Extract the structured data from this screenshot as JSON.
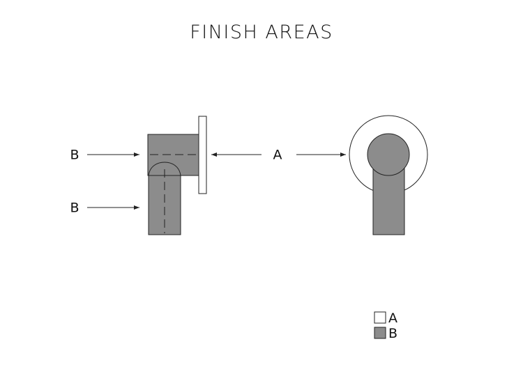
{
  "title": "FINISH AREAS",
  "callouts": {
    "upper_left": "B",
    "lower_left": "B",
    "middle": "A"
  },
  "legend": [
    {
      "label": "A",
      "swatch": "#ffffff"
    },
    {
      "label": "B",
      "swatch": "#8c8c8c"
    }
  ],
  "colors": {
    "finish_a": "#ffffff",
    "finish_b": "#8c8c8c",
    "stroke": "#222222"
  }
}
